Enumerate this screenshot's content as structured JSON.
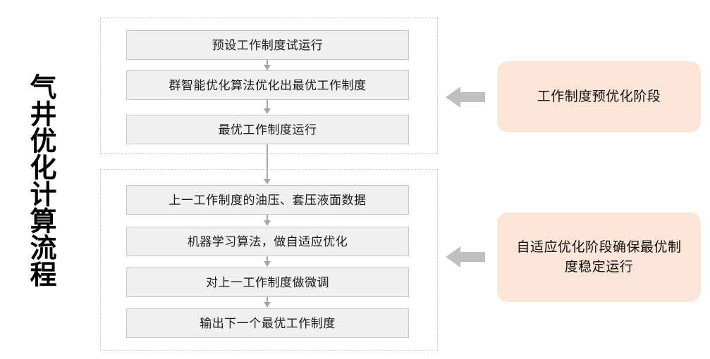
{
  "title": {
    "text": "气井优化计算流程"
  },
  "colors": {
    "process_box_fill": "#f0f0f0",
    "process_box_border": "#c6c6c6",
    "group_border": "#c9c9c9",
    "callout_fill": "#fbe5d6",
    "connector": "#a6a6a6",
    "block_arrow": "#bfbfbf",
    "text": "#111111"
  },
  "stages": [
    {
      "id": "pre-optimization",
      "callout": "工作制度预优化阶段",
      "steps": [
        {
          "label": "预设工作制度试运行"
        },
        {
          "label": "群智能优化算法优化出最优工作制度"
        },
        {
          "label": "最优工作制度运行"
        }
      ]
    },
    {
      "id": "adaptive-optimization",
      "callout": "自适应优化阶段确保最优制度稳定运行",
      "steps": [
        {
          "label": "上一工作制度的油压、套压液面数据"
        },
        {
          "label": "机器学习算法，做自适应优化"
        },
        {
          "label": "对上一工作制度做微调"
        },
        {
          "label": "输出下一个最优工作制度"
        }
      ]
    }
  ]
}
